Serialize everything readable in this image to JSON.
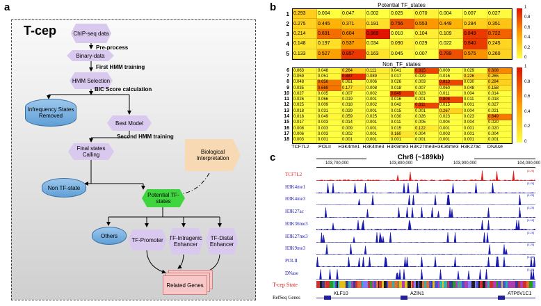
{
  "panels": {
    "a": "a",
    "b": "b",
    "c": "c"
  },
  "flowchart": {
    "title": "T-cep",
    "nodes": {
      "chipseq": "ChIP-seq data",
      "binary": "Binary-data",
      "hmm_sel": "HMM Selection",
      "infrequency": "Infrequency States Removed",
      "best": "Best Model",
      "final": "Final states Calling",
      "bio": "Biological Interpretation",
      "nontf": "Non TF-state",
      "potential": "Potential TF-states",
      "others": "Others",
      "promoter": "TF-Promoter",
      "intragenic": "TF-Intragenic Enhancer",
      "distal": "TF-Distal Enhancer",
      "genes": "Related Genes"
    },
    "steps": {
      "preprocess": "Pre-process",
      "first_hmm": "First HMM training",
      "bic": "BIC Score calculation",
      "second_hmm": "Second HMM training"
    }
  },
  "heatmaps": {
    "columns": [
      "TCF7L2",
      "POLII",
      "H3K4me1",
      "H3K4me3",
      "H3K9me3",
      "H3K27me3",
      "H3K36me3",
      "H3K27ac",
      "DNAse"
    ],
    "colorbar_ticks": [
      "1",
      "0.8",
      "0.6",
      "0.4",
      "0.2",
      "0"
    ],
    "potential": {
      "title": "Potential TF_states",
      "rows": [
        "1",
        "2",
        "3",
        "4",
        "5"
      ],
      "values": [
        [
          "0.293",
          "0.004",
          "0.047",
          "0.002",
          "0.025",
          "0.070",
          "0.004",
          "0.007",
          "0.027"
        ],
        [
          "0.275",
          "0.445",
          "0.371",
          "0.191",
          "0.756",
          "0.553",
          "0.449",
          "0.284",
          "0.351"
        ],
        [
          "0.214",
          "0.691",
          "0.604",
          "0.969",
          "0.010",
          "0.104",
          "0.109",
          "0.849",
          "0.722"
        ],
        [
          "0.148",
          "0.197",
          "0.537",
          "0.034",
          "0.090",
          "0.029",
          "0.022",
          "0.840",
          "0.245"
        ],
        [
          "0.133",
          "0.527",
          "0.857",
          "0.163",
          "0.045",
          "0.007",
          "0.789",
          "0.575",
          "0.260"
        ]
      ]
    },
    "nontf": {
      "title": "Non_TF_states",
      "rows": [
        "6",
        "7",
        "8",
        "9",
        "10",
        "11",
        "12",
        "13",
        "14",
        "15",
        "16",
        "17",
        "18"
      ],
      "values": [
        [
          "0.063",
          "0.048",
          "0.264",
          "0.111",
          "0.041",
          "0.815",
          "0.009",
          "0.029",
          "0.608"
        ],
        [
          "0.059",
          "0.051",
          "0.887",
          "0.089",
          "0.017",
          "0.029",
          "0.016",
          "0.226",
          "0.265"
        ],
        [
          "0.048",
          "0.656",
          "0.061",
          "0.006",
          "0.026",
          "0.003",
          "0.813",
          "0.030",
          "0.284"
        ],
        [
          "0.035",
          "0.669",
          "0.177",
          "0.008",
          "0.018",
          "0.007",
          "0.060",
          "0.048",
          "0.158"
        ],
        [
          "0.027",
          "0.005",
          "0.007",
          "0.002",
          "0.849",
          "0.023",
          "0.011",
          "0.004",
          "0.014"
        ],
        [
          "0.026",
          "0.066",
          "0.019",
          "0.001",
          "0.016",
          "0.001",
          "0.806",
          "0.011",
          "0.018"
        ],
        [
          "0.025",
          "0.009",
          "0.018",
          "0.002",
          "0.042",
          "0.811",
          "0.015",
          "0.001",
          "0.027"
        ],
        [
          "0.018",
          "0.031",
          "0.029",
          "0.001",
          "0.015",
          "0.001",
          "0.267",
          "0.004",
          "0.021"
        ],
        [
          "0.018",
          "0.049",
          "0.059",
          "0.025",
          "0.030",
          "0.026",
          "0.023",
          "0.023",
          "0.649"
        ],
        [
          "0.017",
          "0.003",
          "0.014",
          "0.001",
          "0.011",
          "0.005",
          "0.004",
          "0.004",
          "0.020"
        ],
        [
          "0.008",
          "0.003",
          "0.009",
          "0.001",
          "0.015",
          "0.122",
          "0.001",
          "0.001",
          "0.020"
        ],
        [
          "0.006",
          "0.003",
          "0.002",
          "0.001",
          "0.160",
          "0.004",
          "0.003",
          "0.001",
          "0.004"
        ],
        [
          "0.003",
          "0.001",
          "0.001",
          "0.001",
          "0.001",
          "0.001",
          "0.001",
          "0.001",
          "0.001"
        ]
      ]
    }
  },
  "browser": {
    "chrom_title": "Chr8 (~189kb)",
    "coords": [
      "103,700,000",
      "103,800,000",
      "103,900,000",
      "104,000,000"
    ],
    "tracks": [
      {
        "name": "TCF7L2",
        "color": "#e02020",
        "seed": 3,
        "bias": 0.55
      },
      {
        "name": "H3K4me1",
        "color": "#1a1ab0",
        "seed": 7,
        "bias": 0.45
      },
      {
        "name": "H3K4me3",
        "color": "#1a1ab0",
        "seed": 11,
        "bias": 0.15
      },
      {
        "name": "H3K27ac",
        "color": "#1a1ab0",
        "seed": 13,
        "bias": 0.3
      },
      {
        "name": "H3K36me3",
        "color": "#1a1ab0",
        "seed": 17,
        "bias": 0.6
      },
      {
        "name": "H3K27me3",
        "color": "#1a1ab0",
        "seed": 19,
        "bias": 0.2
      },
      {
        "name": "H3K9me3",
        "color": "#1a1ab0",
        "seed": 23,
        "bias": 0.25
      },
      {
        "name": "POLII",
        "color": "#1a1ab0",
        "seed": 29,
        "bias": 0.4
      },
      {
        "name": "DNase",
        "color": "#1a1ab0",
        "seed": 31,
        "bias": 0.2
      }
    ],
    "range_label": "[0-25]",
    "state_label": "T-cep State",
    "genes_label": "RefSeq Genes",
    "genes": [
      "KLF10",
      "AZIN1",
      "ATP6V1C1"
    ],
    "state_colors": [
      "#3b3b9c",
      "#d03030",
      "#20a020",
      "#e0c020",
      "#5050d0",
      "#b040b0",
      "#202020",
      "#30b0b0",
      "#e07030",
      "#8080ff"
    ]
  }
}
